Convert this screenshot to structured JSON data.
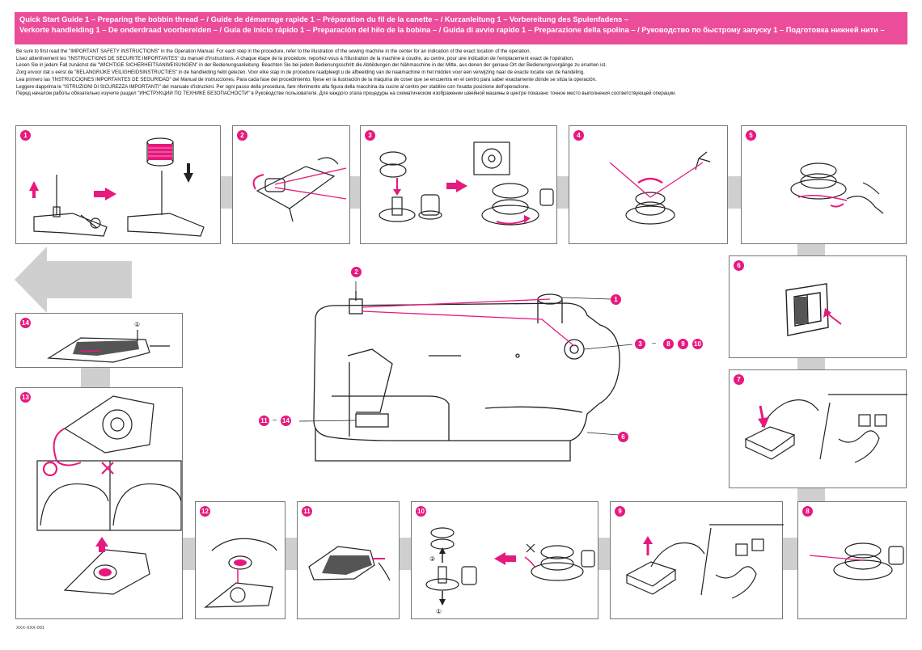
{
  "header": {
    "title_line1": "Quick Start Guide 1 – Preparing the bobbin thread – / Guide de démarrage rapide 1 – Préparation du fil de la canette – / Kurzanleitung 1 – Vorbereitung des Spulenfadens –",
    "title_line2": "Verkorte handleiding 1 – De onderdraad voorbereiden – / Guía de inicio rápido 1 – Preparación del hilo de la bobina – / Guida di avvio rapido 1 – Preparazione della spolina – / Руководство по быстрому запуску 1 – Подготовка нижней нити –"
  },
  "intro_lines": [
    "Be sure to first read the \"IMPORTANT SAFETY INSTRUCTIONS\" in the Operation Manual. For each step in the procedure, refer to the illustration of the sewing machine in the center for an indication of the exact location of the operation.",
    "Lisez attentivement les \"INSTRUCTIONS DE SÉCURITÉ IMPORTANTES\" du manuel d'instructions. A chaque étape de la procédure, reportez-vous à l'illustration de la machine à coudre, au centre, pour une indication de l'emplacement exact de l'opération.",
    "Lesen Sie in jedem Fall zunächst die \"WICHTIGE SICHERHEITSANWEISUNGEN\" in der Bedienungsanleitung. Beachten Sie bei jedem Bedienungsschritt die Abbildungen der Nähmaschine in der Mitte, aus denen der genaue Ort der Bedienungsvorgänge zu ersehen ist.",
    "Zorg ervoor dat u eerst de \"BELANGRIJKE VEILIGHEIDSINSTRUCTIES\" in de handleiding hebt gelezen. Voor elke stap in de procedure raadpleegt u de afbeelding van de naaimachine in het midden voor een verwijzing naar de exacte locatie van de handeling.",
    "Lea primero las \"INSTRUCCIONES IMPORTANTES DE SEGURIDAD\" del Manual de instrucciones. Para cada fase del procedimiento, fíjese en la ilustración de la máquina de coser que se encuentra en el centro para saber exactamente dónde se sitúa la operación.",
    "Leggere dapprima le \"ISTRUZIONI DI SICUREZZA IMPORTANTI\" del manuale d'istruzioni. Per ogni passo della procedura, fare riferimento alla figura della macchina da cucire al centro per stabilire con l'esatta posizione dell'operazione.",
    "Перед началом работы обязательно изучите раздел \"ИНСТРУКЦИИ ПО ТЕХНИКЕ БЕЗОПАСНОСТИ\" в Руководстве пользователя. Для каждого этапа процедуры на схематическом изображении швейной машины в центре показано точное место выполнения соответствующей операции."
  ],
  "steps": {
    "s1": "1",
    "s2": "2",
    "s3": "3",
    "s4": "4",
    "s5": "5",
    "s6": "6",
    "s7": "7",
    "s8": "8",
    "s9": "9",
    "s10": "10",
    "s11": "11",
    "s12": "12",
    "s13": "13",
    "s14": "14"
  },
  "machine_labels": {
    "l2": "2",
    "l1": "1",
    "l3": "3",
    "dash": "–",
    "l8": "8",
    "l9": "9",
    "l10": "10",
    "l11": "11",
    "l14": "14",
    "l6": "6"
  },
  "step10_marks": {
    "a": "②",
    "b": "①"
  },
  "step14_mark": "①",
  "footer": {
    "code": "XXX-XXX-001"
  },
  "colors": {
    "accent": "#e6197e",
    "banner": "#ec4d9a",
    "connector": "#cfcfcf",
    "ok_mark": "#e6197e",
    "ng_mark": "#e6197e"
  }
}
